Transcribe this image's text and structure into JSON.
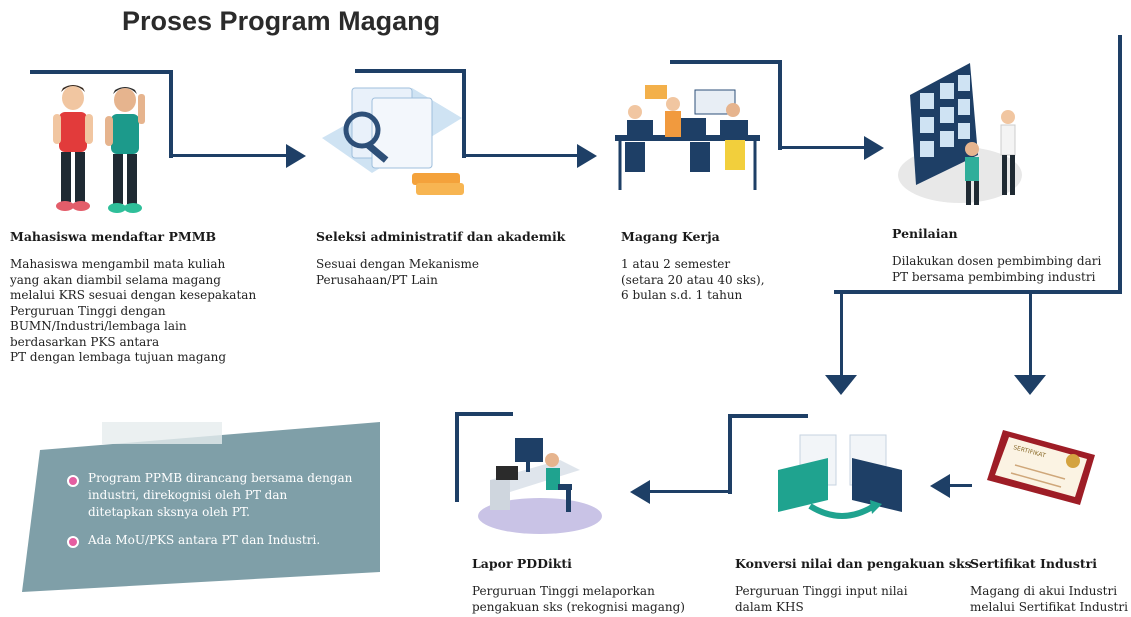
{
  "title": "Proses Program Magang",
  "steps": [
    {
      "title": "Mahasiswa mendaftar PMMB",
      "desc": [
        "Mahasiswa mengambil mata kuliah",
        "yang akan diambil selama magang",
        "melalui KRS sesuai dengan kesepakatan",
        "Perguruan Tinggi dengan",
        "BUMN/Industri/lembaga lain",
        "berdasarkan PKS antara",
        "PT dengan lembaga tujuan magang"
      ]
    },
    {
      "title": "Seleksi administratif dan akademik",
      "desc": [
        "Sesuai dengan Mekanisme",
        "Perusahaan/PT Lain"
      ]
    },
    {
      "title": "Magang Kerja",
      "desc": [
        "1 atau 2 semester",
        "(setara 20 atau 40 sks),",
        "6 bulan s.d. 1 tahun"
      ]
    },
    {
      "title": "Penilaian",
      "desc": [
        "Dilakukan dosen pembimbing dari",
        "PT bersama pembimbing industri"
      ]
    },
    {
      "title": "Sertifikat Industri",
      "desc": [
        "Magang di akui Industri",
        "melalui Sertifikat Industri"
      ]
    },
    {
      "title": "Konversi nilai dan pengakuan sks",
      "desc": [
        "Perguruan Tinggi input nilai",
        "dalam KHS"
      ]
    },
    {
      "title": "Lapor PDDikti",
      "desc": [
        "Perguruan Tinggi melaporkan",
        "pengakuan sks (rekognisi magang)"
      ]
    }
  ],
  "notes": [
    [
      "Program PPMB dirancang bersama dengan",
      "industri, direkognisi oleh PT dan",
      "ditetapkan sksnya oleh PT."
    ],
    [
      "Ada MoU/PKS antara PT dan Industri."
    ]
  ],
  "certificate_label": "SERTIFIKAT",
  "colors": {
    "connector": "#1e3f66",
    "note_box": "#7f9fa8",
    "bullet": "#e45ea1",
    "platform": "#c9c3e6"
  }
}
